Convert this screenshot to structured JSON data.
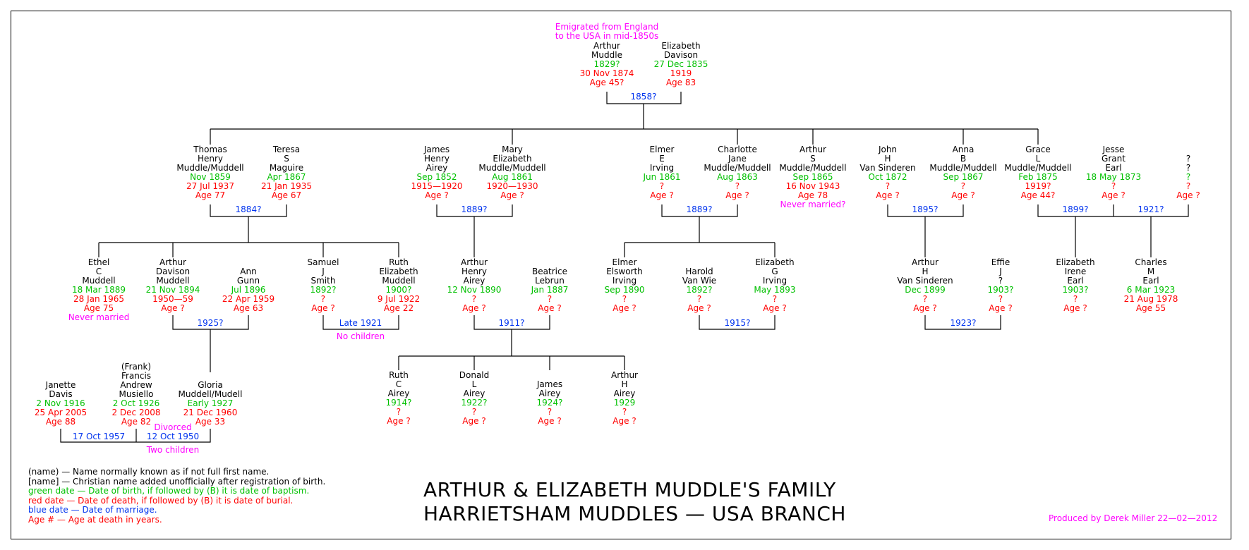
{
  "header_note": [
    "Emigrated from England",
    "to the USA in mid-1850s"
  ],
  "people": {
    "arthur": [
      "Arthur",
      "Muddle"
    ],
    "arthur_birth": "1829?",
    "arthur_death": "30  Nov  1874",
    "arthur_age": "Age  45?",
    "elizabeth": [
      "Elizabeth",
      "Davison"
    ],
    "elizabeth_birth": "27  Dec  1835",
    "elizabeth_death": "1919",
    "elizabeth_age": "Age  83",
    "thomas": [
      "Thomas",
      "Henry",
      "Muddle/Muddell"
    ],
    "thomas_birth": "Nov  1859",
    "thomas_death": "27  Jul  1937",
    "thomas_age": "Age  77",
    "teresa": [
      "Teresa",
      "S",
      "Maguire"
    ],
    "teresa_birth": "Apr  1867",
    "teresa_death": "21  Jan  1935",
    "teresa_age": "Age  67",
    "james": [
      "James",
      "Henry",
      "Airey"
    ],
    "james_birth": "Sep  1852",
    "james_death": "1915—1920",
    "james_age": "Age  ?",
    "mary": [
      "Mary",
      "Elizabeth",
      "Muddle/Muddell"
    ],
    "mary_birth": "Aug  1861",
    "mary_death": "1920—1930",
    "mary_age": "Age  ?",
    "elmer": [
      "Elmer",
      "E",
      "Irving"
    ],
    "elmer_birth": "Jun  1861",
    "elmer_death": "?",
    "elmer_age": "Age  ?",
    "charlotte": [
      "Charlotte",
      "Jane",
      "Muddle/Muddell"
    ],
    "charlotte_birth": "Aug  1863",
    "charlotte_death": "?",
    "charlotte_age": "Age  ?",
    "arthurs": [
      "Arthur",
      "S",
      "Muddle/Muddell"
    ],
    "arthurs_birth": "Sep  1865",
    "arthurs_death": "16  Nov  1943",
    "arthurs_age": "Age  78",
    "arthurs_note": "Never  married?",
    "john": [
      "John",
      "H",
      "Van  Sinderen"
    ],
    "john_birth": "Oct  1872",
    "john_death": "?",
    "john_age": "Age  ?",
    "anna": [
      "Anna",
      "B",
      "Muddle/Muddell"
    ],
    "anna_birth": "Sep  1867",
    "anna_death": "?",
    "anna_age": "Age  ?",
    "grace": [
      "Grace",
      "L",
      "Muddle/Muddell"
    ],
    "grace_birth": "Feb  1875",
    "grace_death": "1919?",
    "grace_age": "Age  44?",
    "jesse": [
      "Jesse",
      "Grant",
      "Earl"
    ],
    "jesse_birth": "18  May  1873",
    "jesse_death": "?",
    "jesse_age": "Age  ?",
    "unk": [
      "?",
      "?"
    ],
    "unk_birth": "?",
    "unk_death": "?",
    "unk_age": "Age  ?",
    "ethel": [
      "Ethel",
      "C",
      "Muddell"
    ],
    "ethel_birth": "18  Mar  1889",
    "ethel_death": "28  Jan  1965",
    "ethel_age": "Age  75",
    "ethel_note": "Never  married",
    "arthurd": [
      "Arthur",
      "Davison",
      "Muddell"
    ],
    "arthurd_birth": "21  Nov  1894",
    "arthurd_death": "1950—59",
    "arthurd_age": "Age  ?",
    "ann": [
      "Ann",
      "Gunn"
    ],
    "ann_birth": "Jul  1896",
    "ann_death": "22  Apr  1959",
    "ann_age": "Age  63",
    "samuel": [
      "Samuel",
      "J",
      "Smith"
    ],
    "samuel_birth": "1892?",
    "samuel_death": "?",
    "samuel_age": "Age  ?",
    "ruth": [
      "Ruth",
      "Elizabeth",
      "Muddell"
    ],
    "ruth_birth": "1900?",
    "ruth_death": "9  Jul  1922",
    "ruth_age": "Age  22",
    "arthurha": [
      "Arthur",
      "Henry",
      "Airey"
    ],
    "arthurha_birth": "12  Nov  1890",
    "arthurha_death": "?",
    "arthurha_age": "Age  ?",
    "beatrice": [
      "Beatrice",
      "Lebrun"
    ],
    "beatrice_birth": "Jan  1887",
    "beatrice_death": "?",
    "beatrice_age": "Age  ?",
    "elmer2": [
      "Elmer",
      "Elsworth",
      "Irving"
    ],
    "elmer2_birth": "Sep  1890",
    "elmer2_death": "?",
    "elmer2_age": "Age  ?",
    "harold": [
      "Harold",
      "Van  Wie"
    ],
    "harold_birth": "1892?",
    "harold_death": "?",
    "harold_age": "Age  ?",
    "elizg": [
      "Elizabeth",
      "G",
      "Irving"
    ],
    "elizg_birth": "May  1893",
    "elizg_death": "?",
    "elizg_age": "Age  ?",
    "arthurvs": [
      "Arthur",
      "H",
      "Van  Sinderen"
    ],
    "arthurvs_birth": "Dec  1899",
    "arthurvs_death": "?",
    "arthurvs_age": "Age  ?",
    "effie": [
      "Effie",
      "J",
      "?"
    ],
    "effie_birth": "1903?",
    "effie_death": "?",
    "effie_age": "Age  ?",
    "elizie": [
      "Elizabeth",
      "Irene",
      "Earl"
    ],
    "elizie_birth": "1903?",
    "elizie_death": "?",
    "elizie_age": "Age  ?",
    "charles": [
      "Charles",
      "M",
      "Earl"
    ],
    "charles_birth": "6  Mar  1923",
    "charles_death": "21  Aug  1978",
    "charles_age": "Age  55",
    "janette": [
      "Janette",
      "Davis"
    ],
    "janette_birth": "2  Nov  1916",
    "janette_death": "25  Apr  2005",
    "janette_age": "Age  88",
    "frank": [
      "(Frank)",
      "Francis",
      "Andrew",
      "Musiello"
    ],
    "frank_birth": "2  Oct  1926",
    "frank_death": "2  Dec  2008",
    "frank_age": "Age  82",
    "gloria": [
      "Gloria",
      "Muddell/Mudell"
    ],
    "gloria_birth": "Early  1927",
    "gloria_death": "21  Dec  1960",
    "gloria_age": "Age  33",
    "ruthc": [
      "Ruth",
      "C",
      "Airey"
    ],
    "ruthc_birth": "1914?",
    "ruthc_death": "?",
    "ruthc_age": "Age  ?",
    "donald": [
      "Donald",
      "L",
      "Airey"
    ],
    "donald_birth": "1922?",
    "donald_death": "?",
    "donald_age": "Age  ?",
    "jamesa": [
      "James",
      "Airey"
    ],
    "jamesa_birth": "1924?",
    "jamesa_death": "?",
    "jamesa_age": "Age  ?",
    "arthurh": [
      "Arthur",
      "H",
      "Airey"
    ],
    "arthurh_birth": "1929",
    "arthurh_death": "?",
    "arthurh_age": "Age  ?"
  },
  "marriages": {
    "m0": "1858?",
    "m1": "1884?",
    "m2": "1889?",
    "m3": "1889?",
    "m4": "1895?",
    "m5": "1899?",
    "m6": "1921?",
    "m7": "1925?",
    "m8": "Late  1921",
    "m9": "1911?",
    "m10": "1915?",
    "m11": "1923?",
    "m12": "17  Oct  1957",
    "m13": "12  Oct  1950"
  },
  "marriage_notes": {
    "m8": "No  children",
    "m13_top": "Divorced",
    "m13_bottom": "Two  children"
  },
  "legend": [
    {
      "text": "(name)  —  Name  normally  known  as  if  not  full  first  name.",
      "color": "#000000"
    },
    {
      "text": "[name]  —  Christian  name  added  unofficially  after  registration  of  birth.",
      "color": "#000000"
    },
    {
      "text": "green  date  —  Date  of  birth,  if  followed  by  (B)  it  is  date  of  baptism.",
      "color": "#00c000"
    },
    {
      "text": "red  date  —  Date  of  death,  if  followed  by  (B)  it  is  date  of  burial.",
      "color": "#ff0000"
    },
    {
      "text": "blue  date  —  Date  of  marriage.",
      "color": "#0033ee"
    },
    {
      "text": "Age  #  —  Age  at  death  in  years.",
      "color": "#ff0000"
    }
  ],
  "title_line1": "ARTHUR  &  ELIZABETH  MUDDLE'S  FAMILY",
  "title_line2": "HARRIETSHAM  MUDDLES  —  USA  BRANCH",
  "credit": "Produced  by  Derek  Miller  22—02—2012",
  "colors": {
    "birth": "#00c000",
    "death": "#ff0000",
    "marriage": "#0033ee",
    "note": "#ff00ff",
    "name": "#000000"
  }
}
